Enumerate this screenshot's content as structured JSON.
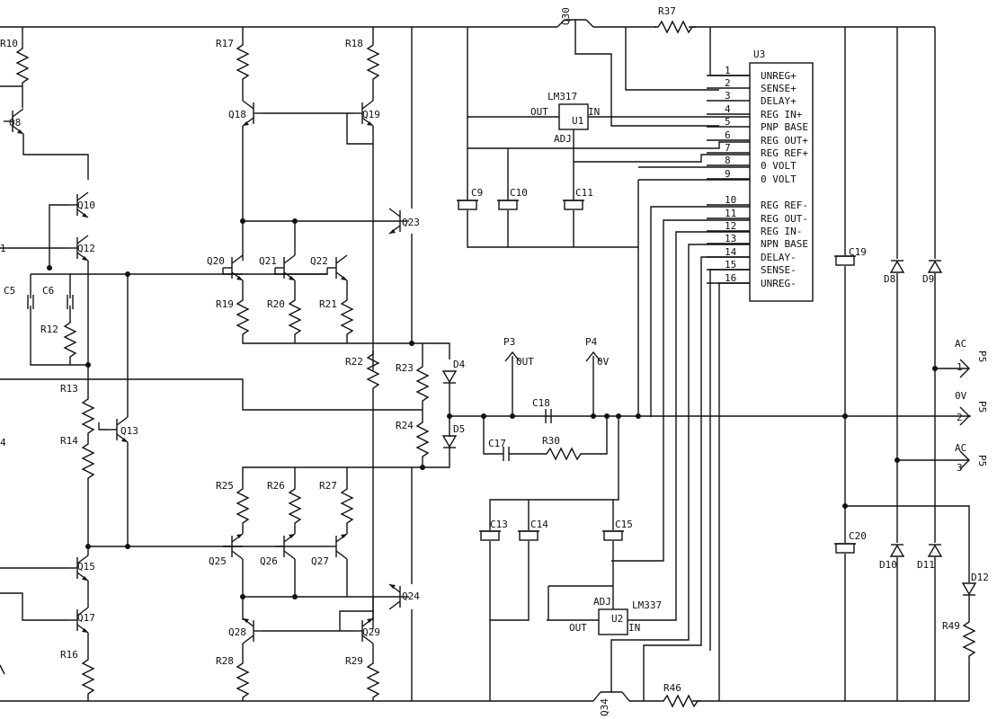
{
  "schematic": {
    "labels": {
      "R10": "R10",
      "Q8": "Q8",
      "Q10": "Q10",
      "Q12": "Q12",
      "one": "1",
      "C5": "C5",
      "C6": "C6",
      "R12": "R12",
      "R13": "R13",
      "R14": "R14",
      "four": "4",
      "Q13": "Q13",
      "Q15": "Q15",
      "Q17": "Q17",
      "R16": "R16",
      "R17": "R17",
      "R18": "R18",
      "Q18": "Q18",
      "Q19": "Q19",
      "Q20": "Q20",
      "Q21": "Q21",
      "Q22": "Q22",
      "Q23": "Q23",
      "R19": "R19",
      "R20": "R20",
      "R21": "R21",
      "R22": "R22",
      "R23": "R23",
      "R24": "R24",
      "D4": "D4",
      "D5": "D5",
      "R25": "R25",
      "R26": "R26",
      "R27": "R27",
      "Q25": "Q25",
      "Q26": "Q26",
      "Q27": "Q27",
      "Q24": "Q24",
      "Q28": "Q28",
      "Q29": "Q29",
      "R28": "R28",
      "R29": "R29",
      "Q30": "Q30",
      "R37": "R37",
      "LM317": "LM317",
      "U1": "U1",
      "OUT1": "OUT",
      "IN1": "IN",
      "ADJ1": "ADJ",
      "C9": "C9",
      "C10": "C10",
      "C11": "C11",
      "P3": "P3",
      "P3OUT": "OUT",
      "P4": "P4",
      "P4V": "0V",
      "C18": "C18",
      "C17": "C17",
      "R30": "R30",
      "C13": "C13",
      "C14": "C14",
      "C15": "C15",
      "ADJ2": "ADJ",
      "LM337": "LM337",
      "U2": "U2",
      "OUT2": "OUT",
      "IN2": "IN",
      "Q34": "Q34",
      "R46": "R46",
      "U3": "U3",
      "C19": "C19",
      "C20": "C20",
      "D8": "D8",
      "D9": "D9",
      "D10": "D10",
      "D11": "D11",
      "D12": "D12",
      "R49": "R49",
      "AC1": "AC",
      "P5a": "P5",
      "pin1": "1",
      "ZV": "0V",
      "P5b": "P5",
      "pin2": "2",
      "AC2": "AC",
      "P5c": "P5",
      "pin3": "3"
    },
    "u3_pins": [
      {
        "num": "1",
        "name": "UNREG+"
      },
      {
        "num": "2",
        "name": "SENSE+"
      },
      {
        "num": "3",
        "name": "DELAY+"
      },
      {
        "num": "4",
        "name": "REG IN+"
      },
      {
        "num": "5",
        "name": "PNP BASE"
      },
      {
        "num": "6",
        "name": "REG OUT+"
      },
      {
        "num": "7",
        "name": "REG REF+"
      },
      {
        "num": "8",
        "name": "0 VOLT"
      },
      {
        "num": "9",
        "name": "0 VOLT"
      },
      {
        "num": "10",
        "name": "REG REF-"
      },
      {
        "num": "11",
        "name": "REG OUT-"
      },
      {
        "num": "12",
        "name": "REG IN-"
      },
      {
        "num": "13",
        "name": "NPN BASE"
      },
      {
        "num": "14",
        "name": "DELAY-"
      },
      {
        "num": "15",
        "name": "SENSE-"
      },
      {
        "num": "16",
        "name": "UNREG-"
      }
    ]
  }
}
